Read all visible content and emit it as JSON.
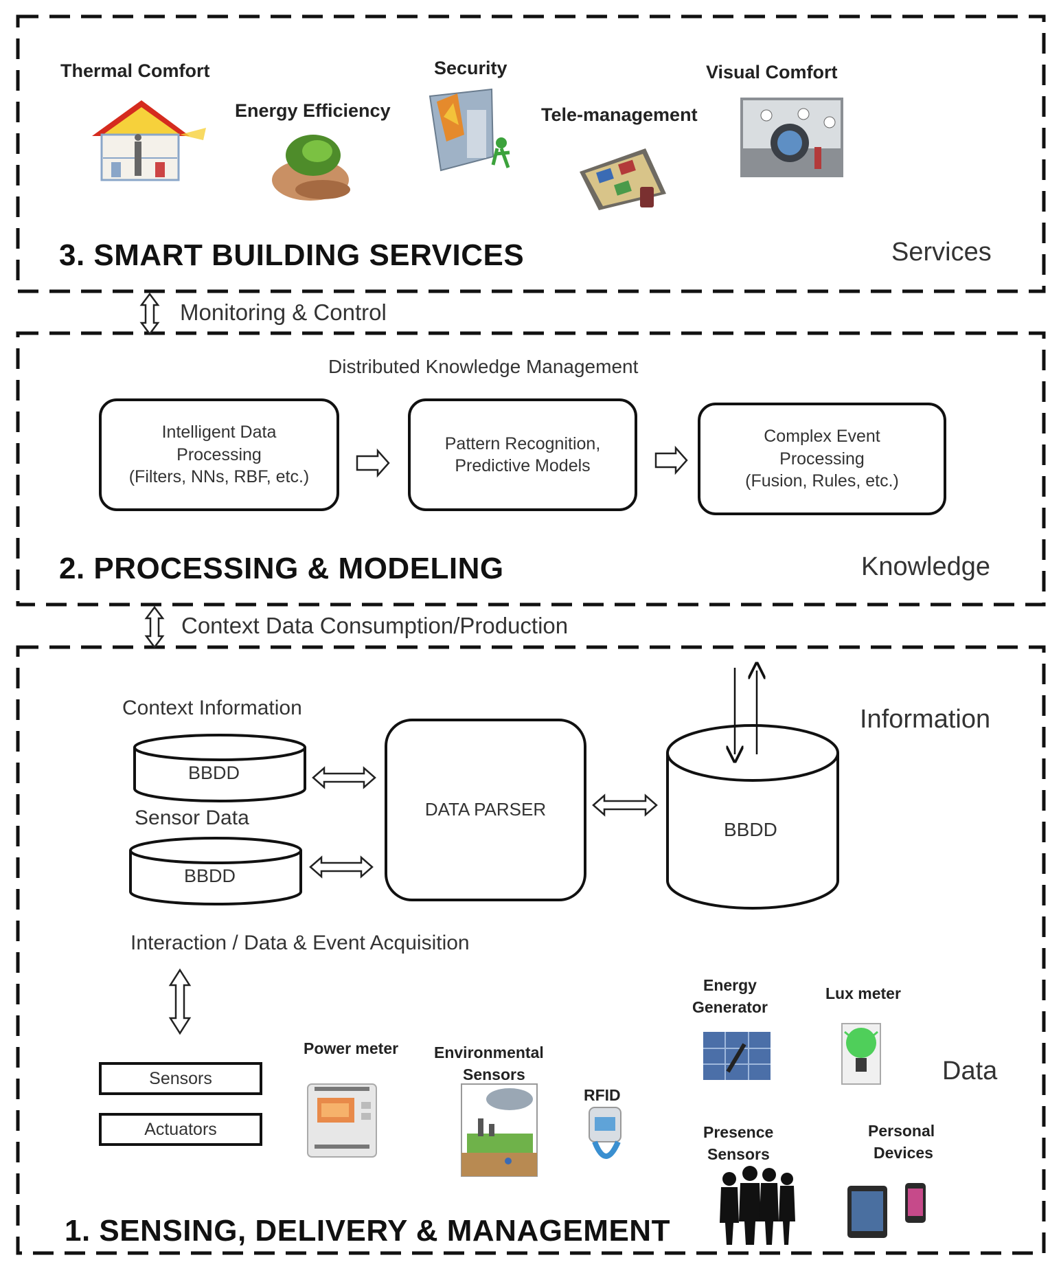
{
  "layers": {
    "services": {
      "title": "3. SMART BUILDING SERVICES",
      "side_label": "Services",
      "items": [
        "Thermal Comfort",
        "Energy Efficiency",
        "Security",
        "Tele-management",
        "Visual Comfort"
      ]
    },
    "processing": {
      "title": "2. PROCESSING & MODELING",
      "side_label": "Knowledge",
      "heading": "Distributed Knowledge Management",
      "boxes": [
        {
          "line1": "Intelligent  Data",
          "line2": "Processing",
          "line3": "(Filters,  NNs,  RBF,  etc.)"
        },
        {
          "line1": "Pattern  Recognition,",
          "line2": "Predictive Models",
          "line3": ""
        },
        {
          "line1": "Complex  Event",
          "line2": "Processing",
          "line3": "(Fusion,  Rules,  etc.)"
        }
      ]
    },
    "sensing": {
      "title": "1. SENSING, DELIVERY & MANAGEMENT",
      "side_label_info": "Information",
      "side_label_data": "Data",
      "context_info": "Context Information",
      "sensor_data": "Sensor Data",
      "db_label": "BBDD",
      "parser": "DATA PARSER",
      "acquisition": "Interaction / Data & Event Acquisition",
      "sensors": "Sensors",
      "actuators": "Actuators",
      "devices": {
        "power_meter": "Power meter",
        "environmental_l1": "Environmental",
        "environmental_l2": "Sensors",
        "rfid": "RFID",
        "energy_gen_l1": "Energy",
        "energy_gen_l2": "Generator",
        "lux_meter": "Lux meter",
        "presence_l1": "Presence",
        "presence_l2": "Sensors",
        "personal_l1": "Personal",
        "personal_l2": "Devices"
      }
    }
  },
  "connectors": {
    "top": "Monitoring & Control",
    "middle": "Context Data Consumption/Production"
  }
}
